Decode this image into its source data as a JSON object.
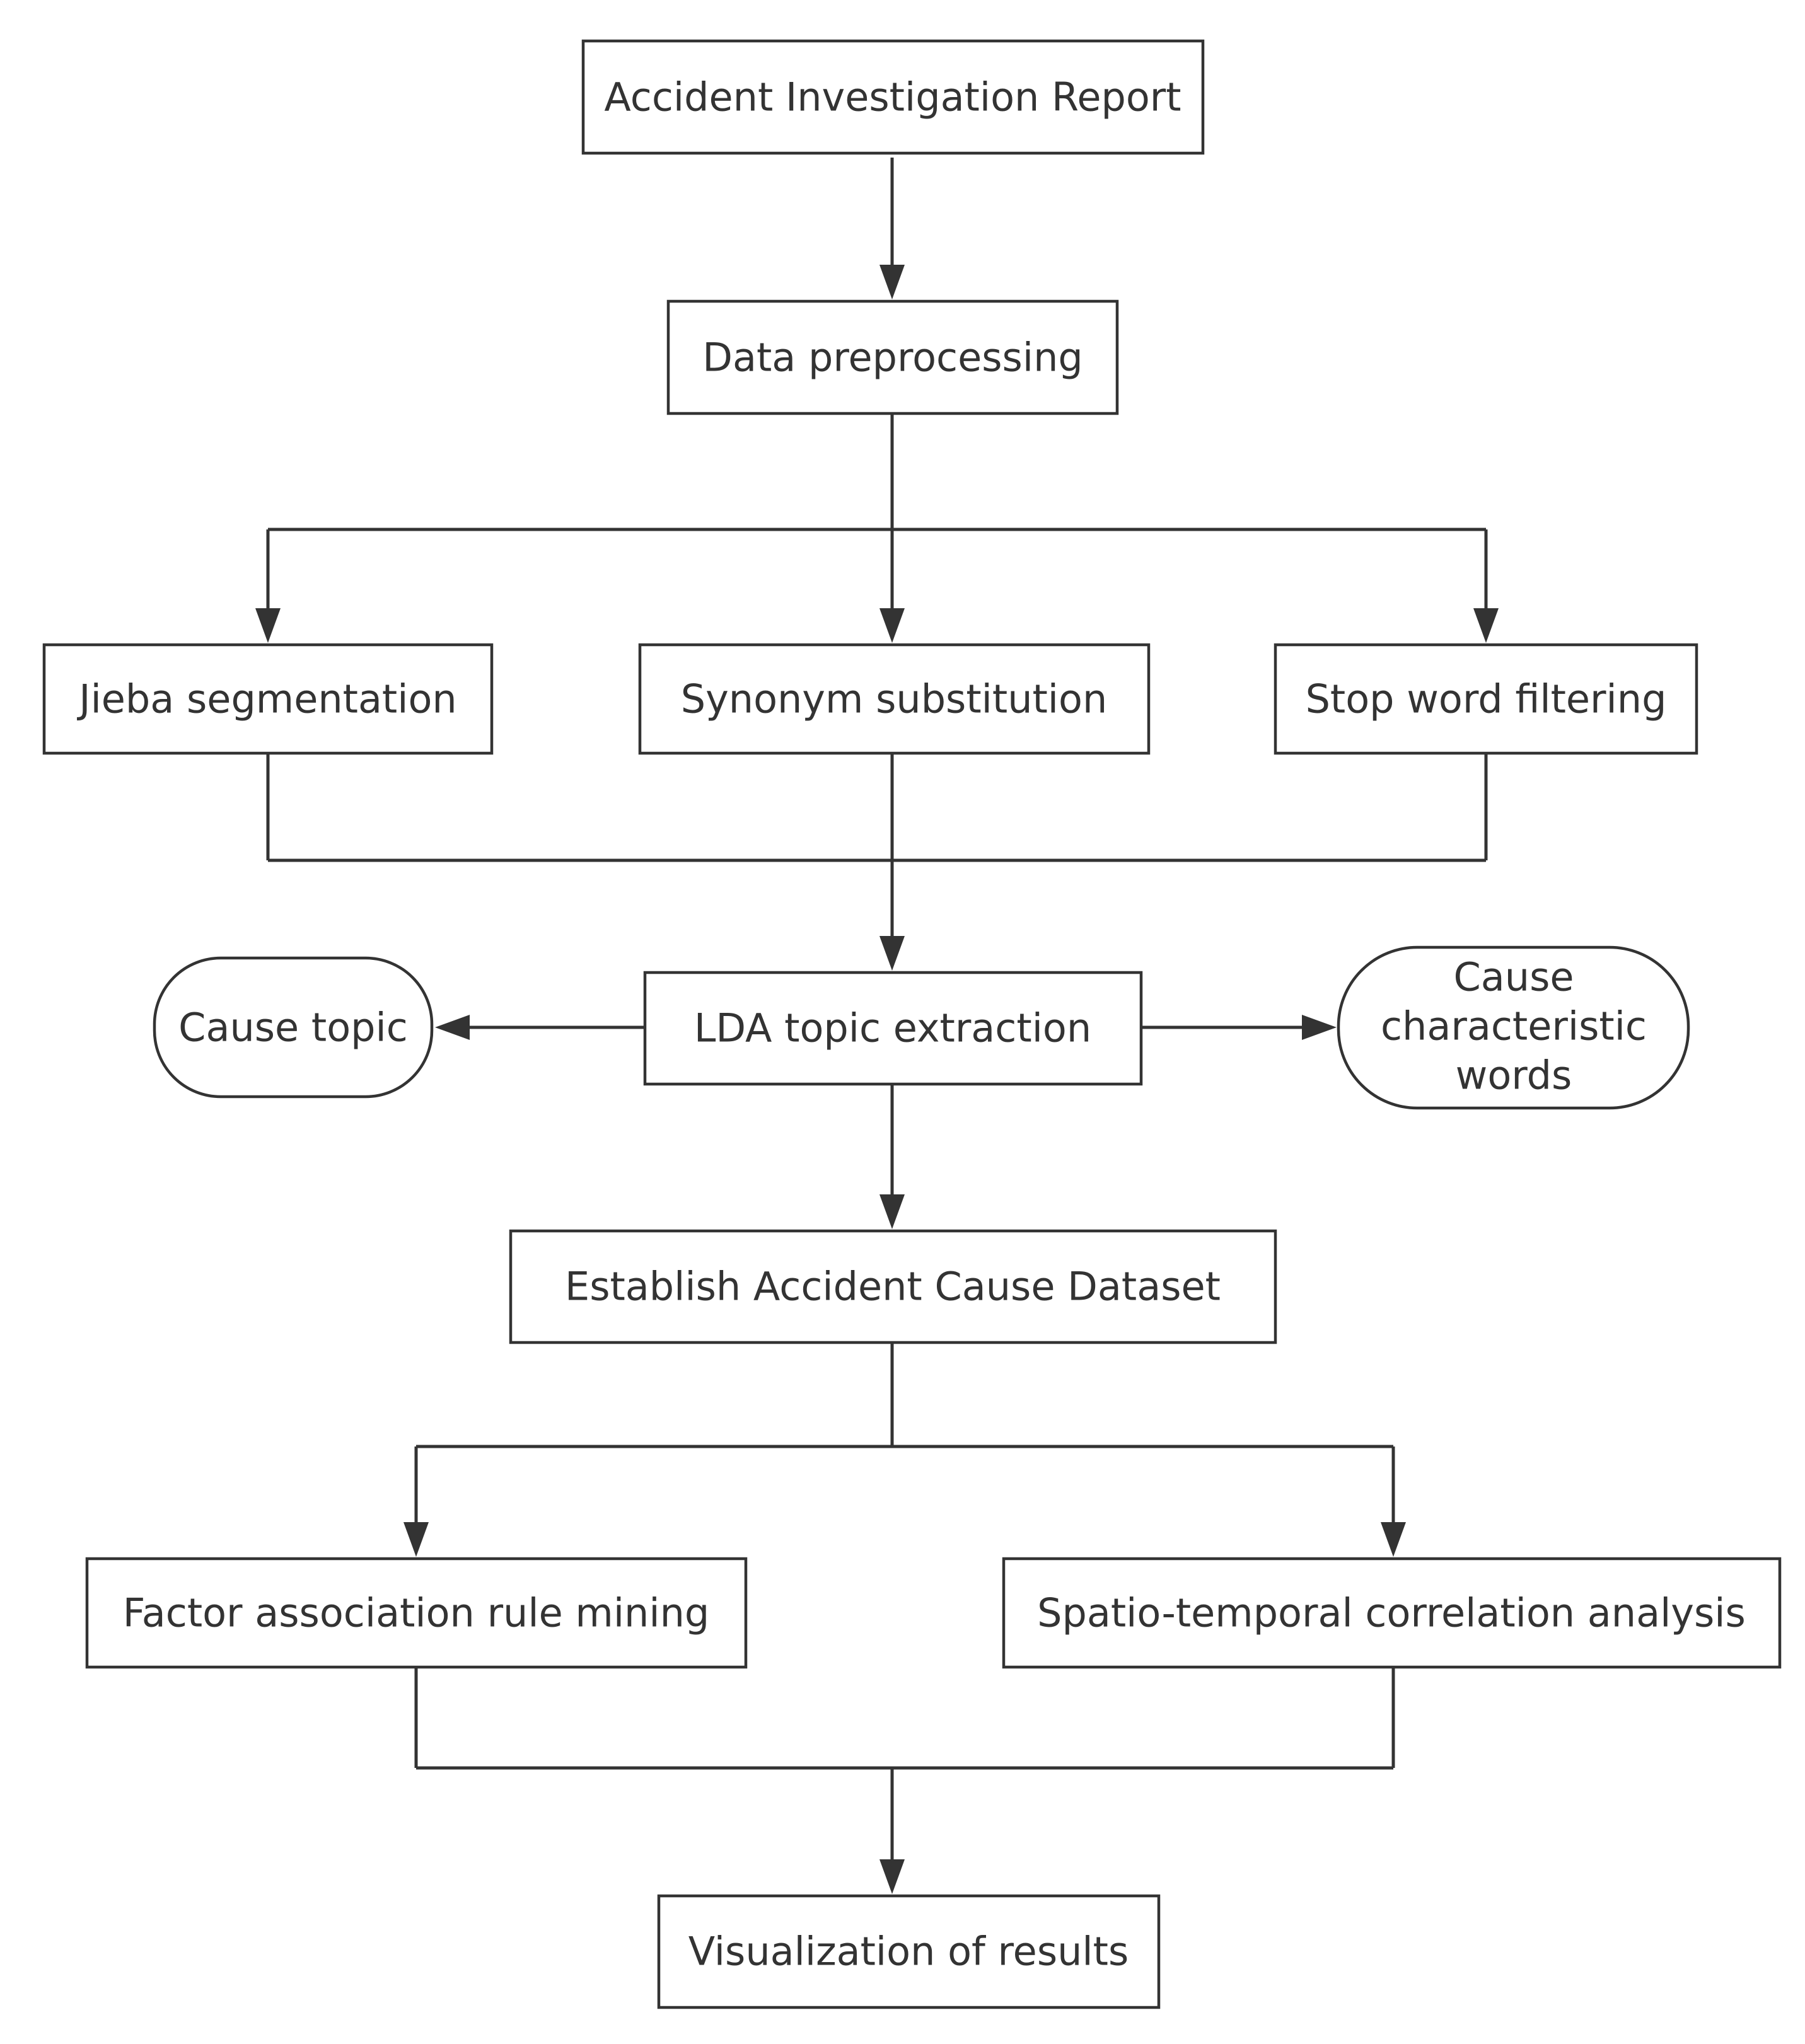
{
  "diagram": {
    "nodes": {
      "report": {
        "label": "Accident Investigation Report"
      },
      "preprocess": {
        "label": "Data preprocessing"
      },
      "jieba": {
        "label": "Jieba segmentation"
      },
      "synonym": {
        "label": "Synonym substitution"
      },
      "stopword": {
        "label": "Stop word filtering"
      },
      "lda": {
        "label": "LDA topic extraction"
      },
      "cause_topic": {
        "label": "Cause topic"
      },
      "cause_words": {
        "lines": [
          "Cause",
          "characteristic",
          "words"
        ]
      },
      "dataset": {
        "label": "Establish Accident Cause Dataset"
      },
      "factor": {
        "label": "Factor association rule mining"
      },
      "spatio": {
        "label": "Spatio-temporal correlation analysis"
      },
      "visual": {
        "label": "Visualization of results"
      }
    },
    "edges": [
      {
        "from": "report",
        "to": "preprocess"
      },
      {
        "from": "preprocess",
        "to": "jieba"
      },
      {
        "from": "preprocess",
        "to": "synonym"
      },
      {
        "from": "preprocess",
        "to": "stopword"
      },
      {
        "from": "jieba",
        "to": "lda"
      },
      {
        "from": "synonym",
        "to": "lda"
      },
      {
        "from": "stopword",
        "to": "lda"
      },
      {
        "from": "lda",
        "to": "cause_topic"
      },
      {
        "from": "lda",
        "to": "cause_words"
      },
      {
        "from": "lda",
        "to": "dataset"
      },
      {
        "from": "dataset",
        "to": "factor"
      },
      {
        "from": "dataset",
        "to": "spatio"
      },
      {
        "from": "factor",
        "to": "visual"
      },
      {
        "from": "spatio",
        "to": "visual"
      }
    ]
  }
}
